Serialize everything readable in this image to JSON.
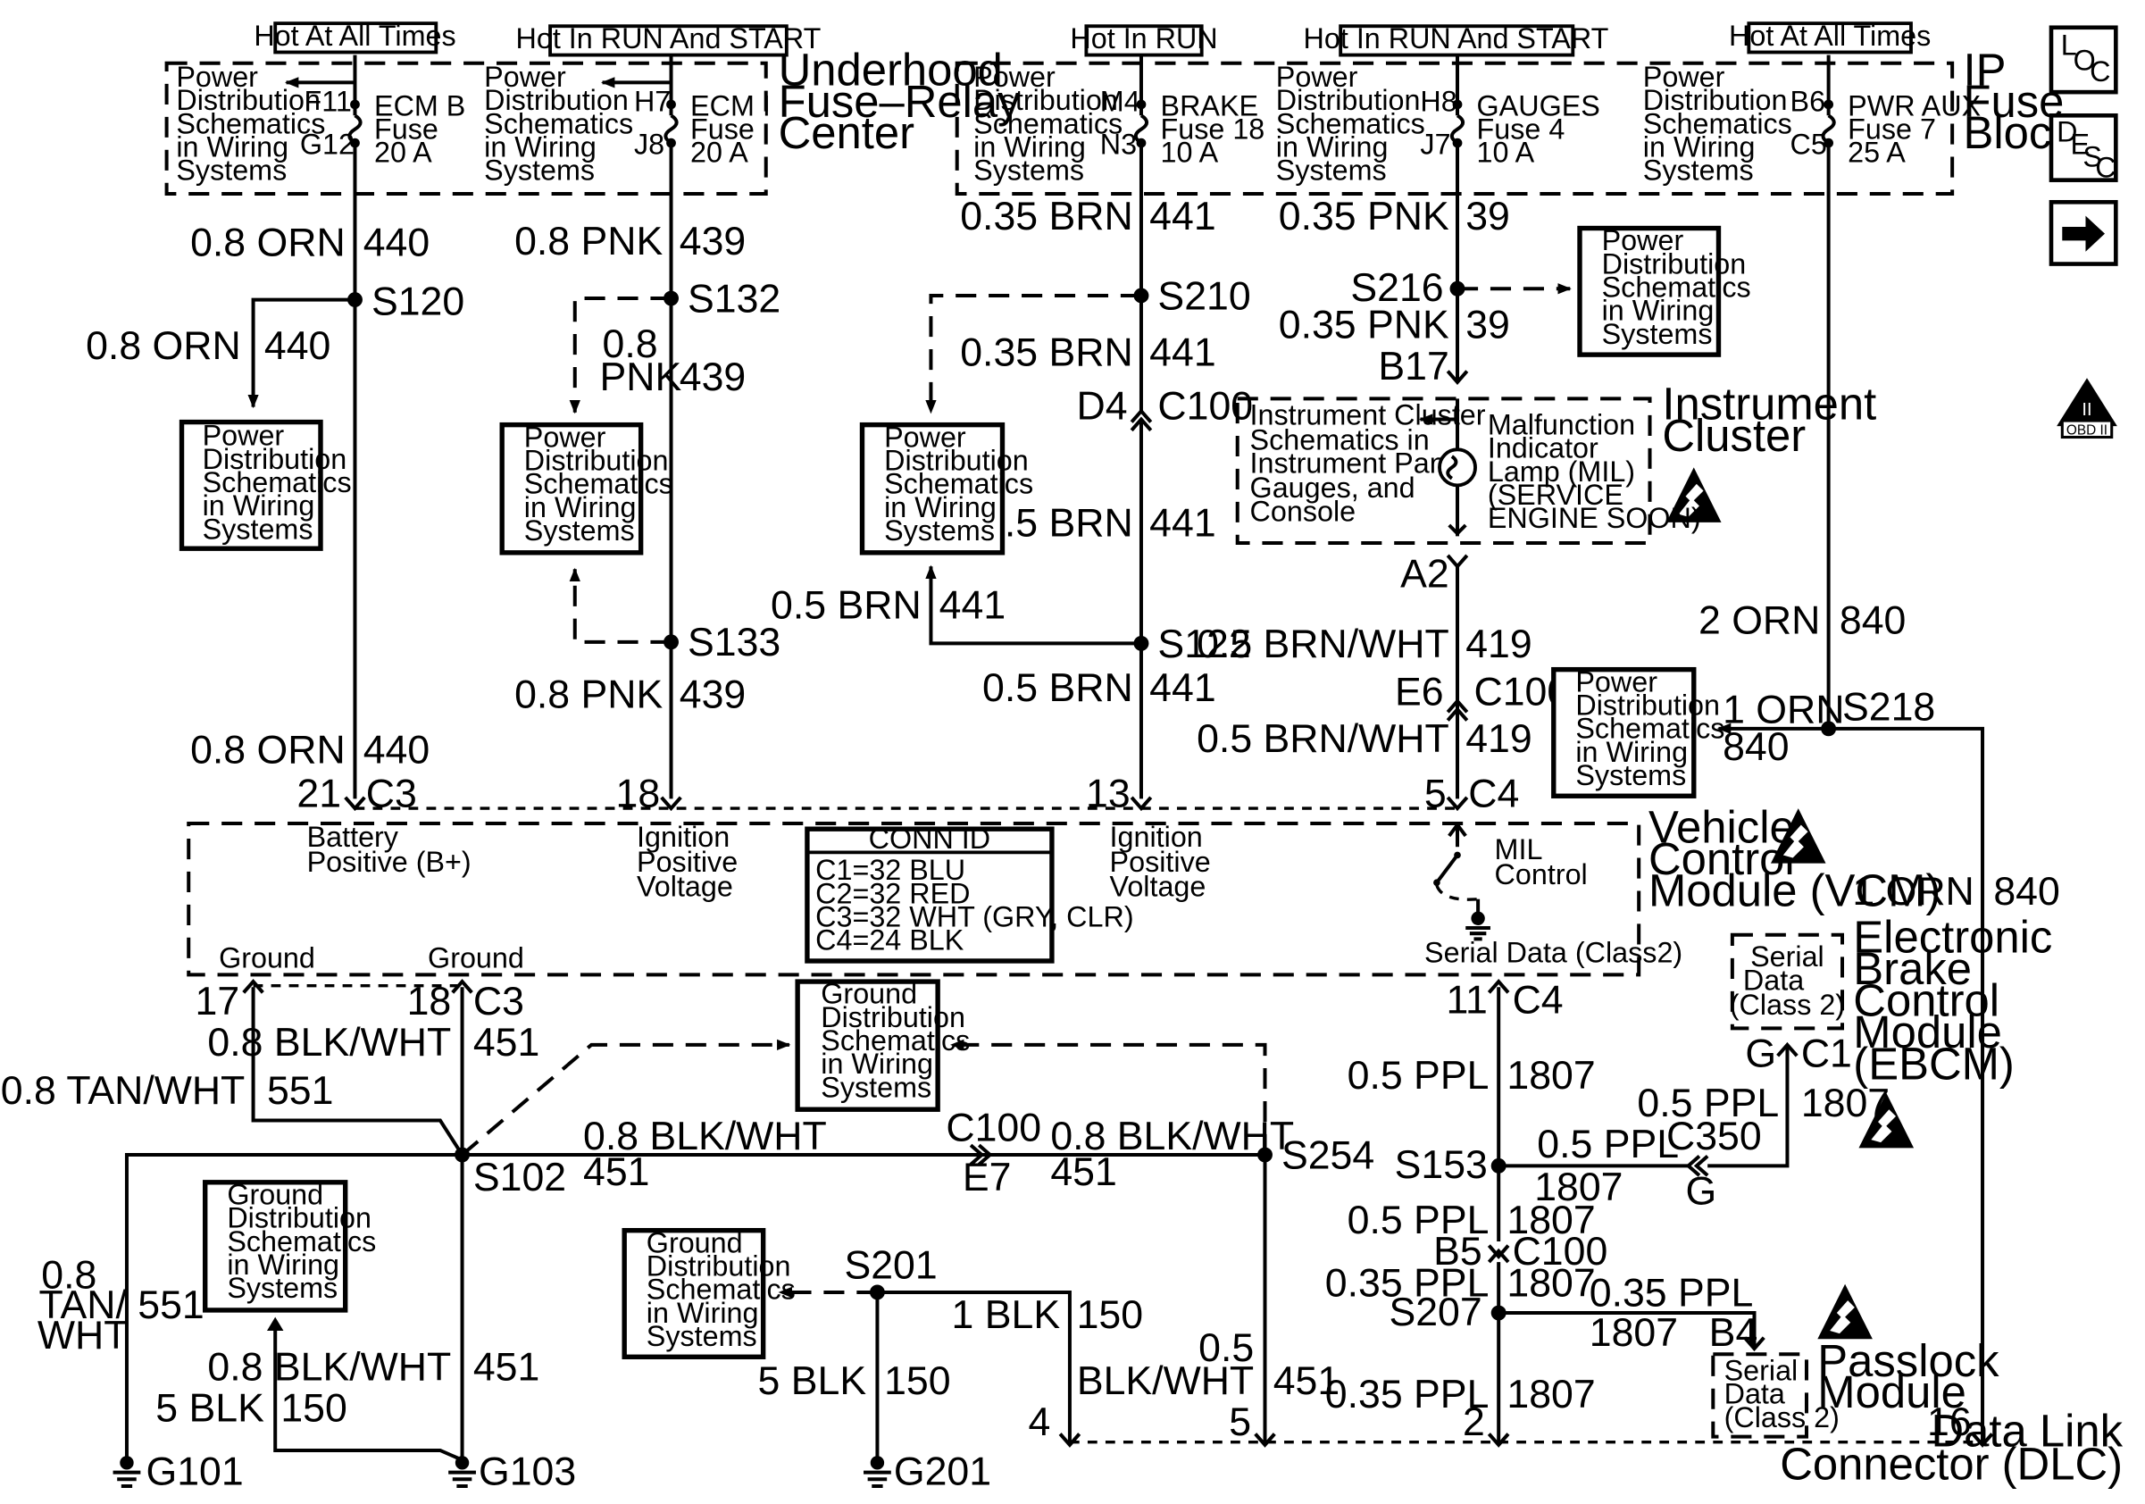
{
  "hot_labels": {
    "h1": "Hot At All Times",
    "h2": "Hot In RUN And START",
    "h3": "Hot In RUN",
    "h4": "Hot In RUN And START",
    "h5": "Hot At All Times"
  },
  "underhood": {
    "title_l1": "Underhood",
    "title_l2": "Fuse–Relay",
    "title_l3": "Center",
    "fuses": [
      {
        "pin_top": "F11",
        "pin_bot": "G12",
        "name": "ECM B",
        "word": "Fuse",
        "rating": "20 A"
      },
      {
        "pin_top": "H7",
        "pin_bot": "J8",
        "name": "ECM I",
        "word": "Fuse",
        "rating": "20 A"
      }
    ]
  },
  "ip_block": {
    "title_l1": "IP",
    "title_l2": "Fuse",
    "title_l3": "Block",
    "fuses": [
      {
        "pin_top": "M4",
        "pin_bot": "N3",
        "name": "BRAKE",
        "word": "Fuse 18",
        "rating": "10 A"
      },
      {
        "pin_top": "H8",
        "pin_bot": "J7",
        "name": "GAUGES",
        "word": "Fuse 4",
        "rating": "10 A"
      },
      {
        "pin_top": "B6",
        "pin_bot": "C5",
        "name": "PWR AUX",
        "word": "Fuse 7",
        "rating": "25 A"
      }
    ]
  },
  "pds": {
    "l1": "Power",
    "l2": "Distribution",
    "l3": "Schematics",
    "l4": "in Wiring",
    "l5": "Systems"
  },
  "gds": {
    "l1": "Ground",
    "l2": "Distribution",
    "l3": "Schematics",
    "l4": "in Wiring",
    "l5": "Systems"
  },
  "wires": {
    "orn": "0.8 ORN",
    "c440": "440",
    "pnk": "0.8 PNK",
    "pnk_a": "0.8",
    "pnk_b": "PNK",
    "c439": "439",
    "brn035": "0.35 BRN",
    "brn05": "0.5 BRN",
    "c441": "441",
    "pnk035": "0.35 PNK",
    "c39": "39",
    "orn2": "2 ORN",
    "orn1": "1 ORN",
    "c840": "840",
    "brnwht": "0.5 BRN/WHT",
    "c419": "419",
    "blkwht": "0.8 BLK/WHT",
    "c451": "451",
    "tanwht": "0.8 TAN/WHT",
    "c551": "551",
    "tan_a": "0.8",
    "tan_b": "TAN/",
    "tan_c": "WHT",
    "blk5": "5 BLK",
    "blk1": "1 BLK",
    "c150": "150",
    "bw05a": "0.5",
    "bw05b": "BLK/WHT",
    "ppl05": "0.5 PPL",
    "ppl035": "0.35 PPL",
    "c1807": "1807"
  },
  "splices": {
    "s120": "S120",
    "s132": "S132",
    "s133": "S133",
    "s210": "S210",
    "s216": "S216",
    "s122": "S122",
    "s218": "S218",
    "s102": "S102",
    "s254": "S254",
    "s201": "S201",
    "s153": "S153",
    "s207": "S207"
  },
  "grounds": {
    "g101": "G101",
    "g103": "G103",
    "g201": "G201"
  },
  "connectors": {
    "c100": "C100",
    "c3": "C3",
    "c4": "C4",
    "c1": "C1",
    "c350": "C350",
    "d4": "D4",
    "b17": "B17",
    "a2": "A2",
    "e6": "E6",
    "e7": "E7",
    "b5": "B5",
    "b4": "B4",
    "g": "G",
    "p21": "21",
    "p18": "18",
    "p13": "13",
    "p5": "5",
    "p17": "17",
    "p11": "11",
    "p4": "4",
    "p2": "2",
    "p16": "16"
  },
  "cluster": {
    "title_l1": "Instrument",
    "title_l2": "Cluster",
    "ref_l1": "Instrument Cluster",
    "ref_l2": "Schematics in",
    "ref_l3": "Instrument Panel,",
    "ref_l4": "Gauges, and",
    "ref_l5": "Console",
    "mil_l1": "Malfunction",
    "mil_l2": "Indicator",
    "mil_l3": "Lamp (MIL)",
    "mil_l4": "(SERVICE",
    "mil_l5": "ENGINE SOON)"
  },
  "vcm": {
    "title_l1": "Vehicle",
    "title_l2": "Control",
    "title_l3": "Module (VCM)",
    "batt_l1": "Battery",
    "batt_l2": "Positive (B+)",
    "ign_l1": "Ignition",
    "ign_l2": "Positive",
    "ign_l3": "Voltage",
    "ground": "Ground",
    "mil_l1": "MIL",
    "mil_l2": "Control",
    "serial": "Serial Data (Class2)",
    "conn_title": "CONN ID",
    "conn_items": [
      "C1=32 BLU",
      "C2=32 RED",
      "C3=32 WHT (GRY, CLR)",
      "C4=24 BLK"
    ]
  },
  "ebcm": {
    "l1": "Electronic",
    "l2": "Brake",
    "l3": "Control",
    "l4": "Module",
    "l5": "(EBCM)",
    "serial_l1": "Serial",
    "serial_l2": "Data",
    "serial_l3": "(Class 2)"
  },
  "passlock": {
    "l1": "Passlock",
    "l2": "Module"
  },
  "dlc": {
    "l1": "Data Link",
    "l2": "Connector (DLC)"
  },
  "side_icons": {
    "loc_1": "L",
    "loc_2": "O",
    "loc_3": "C",
    "desc_1": "D",
    "desc_2": "E",
    "desc_3": "S",
    "desc_4": "C",
    "obd": "OBD II",
    "obd_mark": "II"
  }
}
